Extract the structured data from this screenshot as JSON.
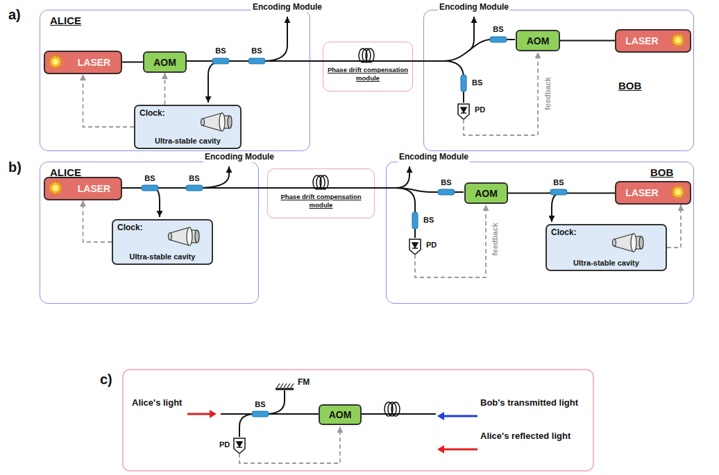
{
  "diagram": {
    "nodes": [
      {
        "text": [
          "ALICE"
        ]
      },
      {
        "text": [
          "LASER"
        ],
        "in": 0
      },
      {
        "text": [
          "AOM"
        ],
        "in": 0
      },
      {
        "text": [
          "Clock:",
          "Ultra-stable cavity"
        ],
        "in": 0
      },
      {
        "text": [
          "Phase drift compensation module"
        ]
      },
      {
        "text": [
          "BOB"
        ]
      },
      {
        "text": [
          "AOM"
        ],
        "in": 5
      },
      {
        "text": [
          "LASER"
        ],
        "in": 5
      },
      {
        "text": [
          "ALICE"
        ]
      },
      {
        "text": [
          "LASER"
        ],
        "in": 8
      },
      {
        "text": [
          "Clock:",
          "Ultra-stable cavity"
        ],
        "in": 8
      },
      {
        "text": [
          "Phase drift compensation module"
        ]
      },
      {
        "text": [
          "BOB"
        ]
      },
      {
        "text": [
          "AOM"
        ],
        "in": 12
      },
      {
        "text": [
          "LASER"
        ],
        "in": 12
      },
      {
        "text": [
          "Clock:",
          "Ultra-stable cavity"
        ],
        "in": 12
      },
      {
        "text": [
          "AOM"
        ]
      }
    ],
    "edges": [
      {
        "from": 1,
        "to": 2,
        "arrow": "none"
      },
      {
        "from": 3,
        "to": 1,
        "arrow": "to"
      },
      {
        "from": 3,
        "to": 2,
        "arrow": "to"
      },
      {
        "from": 7,
        "to": 6,
        "arrow": "none"
      },
      {
        "from": 10,
        "to": 9,
        "arrow": "to"
      },
      {
        "from": 14,
        "to": 13,
        "arrow": "none"
      },
      {
        "from": 15,
        "to": 14,
        "arrow": "to"
      }
    ],
    "labels": [
      "a)",
      "b)",
      "c)",
      "Encoding Module",
      "BS",
      "BS",
      "Encoding Module",
      "BS",
      "BS",
      "PD",
      "feedback",
      "Encoding Module",
      "BS",
      "BS",
      "Encoding Module",
      "BS",
      "BS",
      "PD",
      "feedback",
      "BS",
      "FM",
      "Alice's light",
      "BS",
      "PD",
      "Bob's transmitted light",
      "Alice's reflected light"
    ]
  }
}
